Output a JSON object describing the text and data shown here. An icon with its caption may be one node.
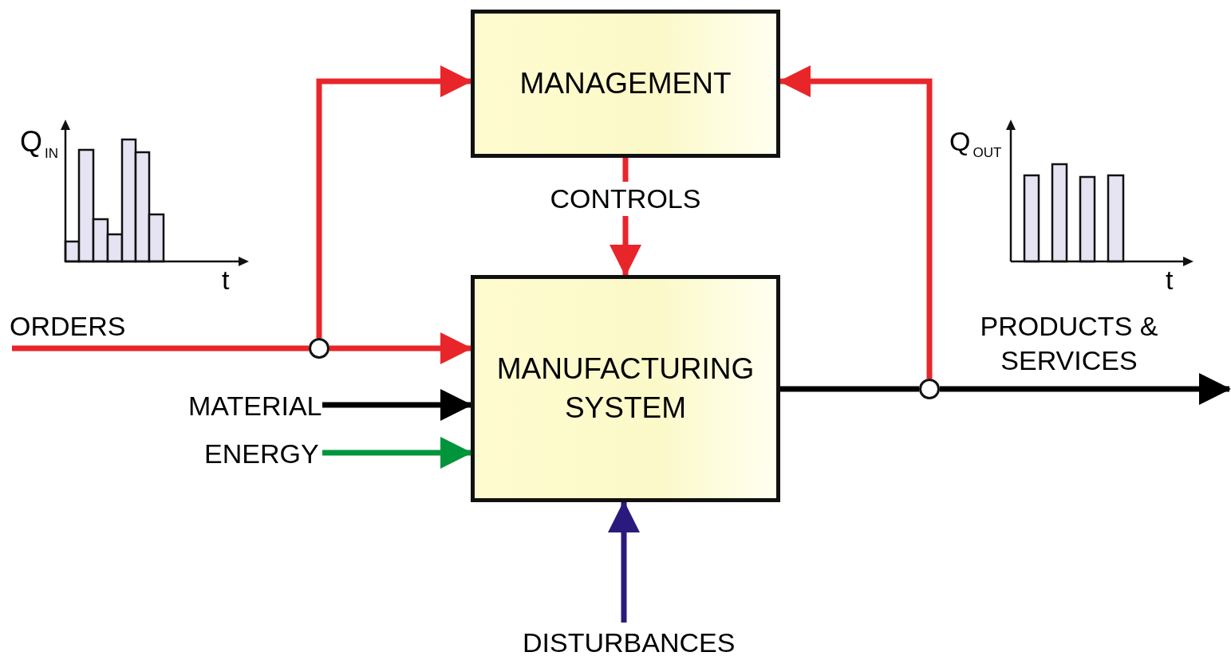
{
  "diagram": {
    "nodes": [
      {
        "text": [
          "MANAGEMENT"
        ]
      },
      {
        "text": [
          "MANUFACTURING SYSTEM"
        ]
      },
      {
        "text": [],
        "shape": "circle"
      },
      {
        "text": [
          "MATERIAL"
        ]
      },
      {
        "text": [
          "ENERGY"
        ]
      },
      {
        "text": [
          "DISTURBANCES"
        ]
      },
      {
        "text": [],
        "shape": "circle"
      }
    ],
    "edges": [
      {
        "from": null,
        "to": 2,
        "arrow": "none",
        "label": "ORDERS"
      },
      {
        "from": 2,
        "to": 1,
        "arrow": "to"
      },
      {
        "from": 2,
        "to": 0,
        "arrow": "to"
      },
      {
        "from": 0,
        "to": 1,
        "arrow": "to",
        "label": "CONTROLS"
      },
      {
        "from": 3,
        "to": 1,
        "arrow": "to",
        "color": "#000000"
      },
      {
        "from": 4,
        "to": 1,
        "arrow": "to",
        "color": "#00943c"
      },
      {
        "from": 5,
        "to": 1,
        "arrow": "to",
        "color": "#2b1a7e"
      },
      {
        "from": 1,
        "to": 6,
        "arrow": "none",
        "color": "#000000"
      },
      {
        "from": 6,
        "to": null,
        "arrow": "to",
        "color": "#000000",
        "label": "PRODUCTS & SERVICES"
      },
      {
        "from": 6,
        "to": 0,
        "arrow": "to"
      }
    ],
    "labels": [
      "Q$_{IN}$",
      "t",
      "Q$_{OUT}$",
      "t"
    ]
  }
}
